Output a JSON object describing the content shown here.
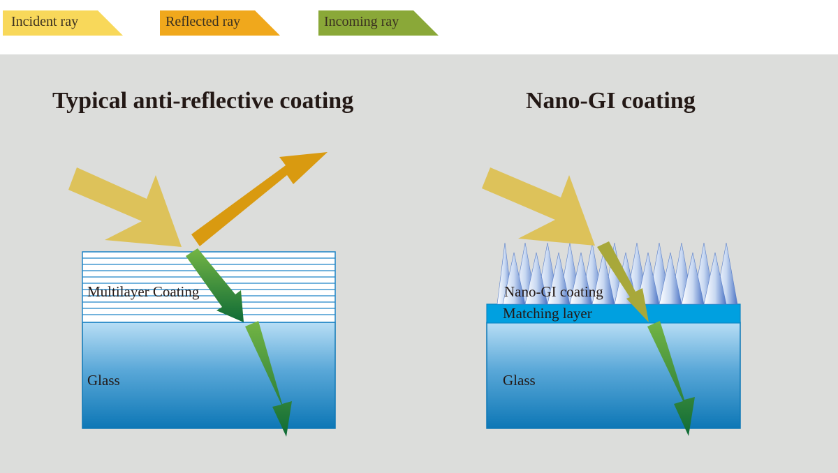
{
  "legend": {
    "incident": {
      "label": "Incident ray",
      "color": "#f8d85a"
    },
    "reflected": {
      "label": "Reflected ray",
      "color": "#f0a81c"
    },
    "incoming": {
      "label": "Incoming ray",
      "color": "#8aa838"
    }
  },
  "left_diagram": {
    "title": "Typical anti-reflective coating",
    "coating_label": "Multilayer Coating",
    "substrate_label": "Glass"
  },
  "right_diagram": {
    "title": "Nano-GI coating",
    "coating_label": "Nano-GI coating",
    "matching_label": "Matching layer",
    "substrate_label": "Glass"
  },
  "colors": {
    "background": "#dcdddb",
    "incident_arrow": "#ddc25a",
    "reflected_arrow": "#d99a10",
    "transmitted_arrow": "#3f8f2a",
    "matching_layer": "#00a0e0",
    "glass_top": "#b8def5",
    "glass_bottom": "#0d77b6"
  }
}
